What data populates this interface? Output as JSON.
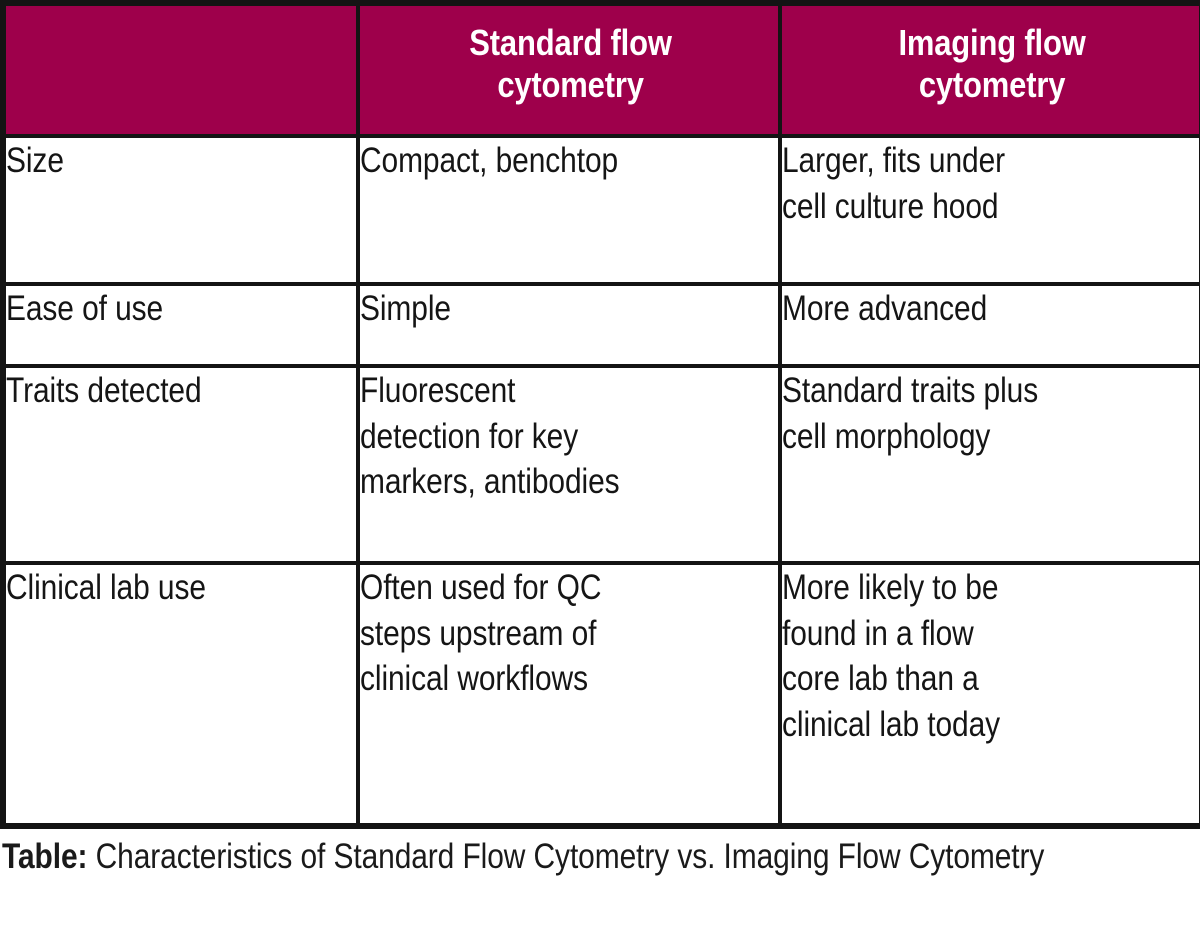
{
  "table": {
    "header": {
      "corner_label": "",
      "columns": [
        "Standard flow\ncytometry",
        "Imaging flow\ncytometry"
      ],
      "background_color": "#9E004B",
      "text_color": "#FFFFFF"
    },
    "rows": [
      {
        "label": "Size",
        "standard": "Compact, benchtop",
        "imaging": "Larger, fits under\ncell culture hood"
      },
      {
        "label": "Ease of use",
        "standard": "Simple",
        "imaging": "More advanced"
      },
      {
        "label": "Traits detected",
        "standard": "Fluorescent\ndetection for key\nmarkers, antibodies",
        "imaging": "Standard traits plus\ncell morphology"
      },
      {
        "label": "Clinical lab use",
        "standard": "Often used for QC\nsteps upstream of\nclinical workflows",
        "imaging": "More likely to be\nfound in a flow\ncore lab than a\nclinical lab today"
      }
    ],
    "border_color": "#141414",
    "body_text_color": "#151515"
  },
  "caption": {
    "label": "Table:",
    "text": " Characteristics of Standard Flow Cytometry vs. Imaging Flow Cytometry"
  }
}
